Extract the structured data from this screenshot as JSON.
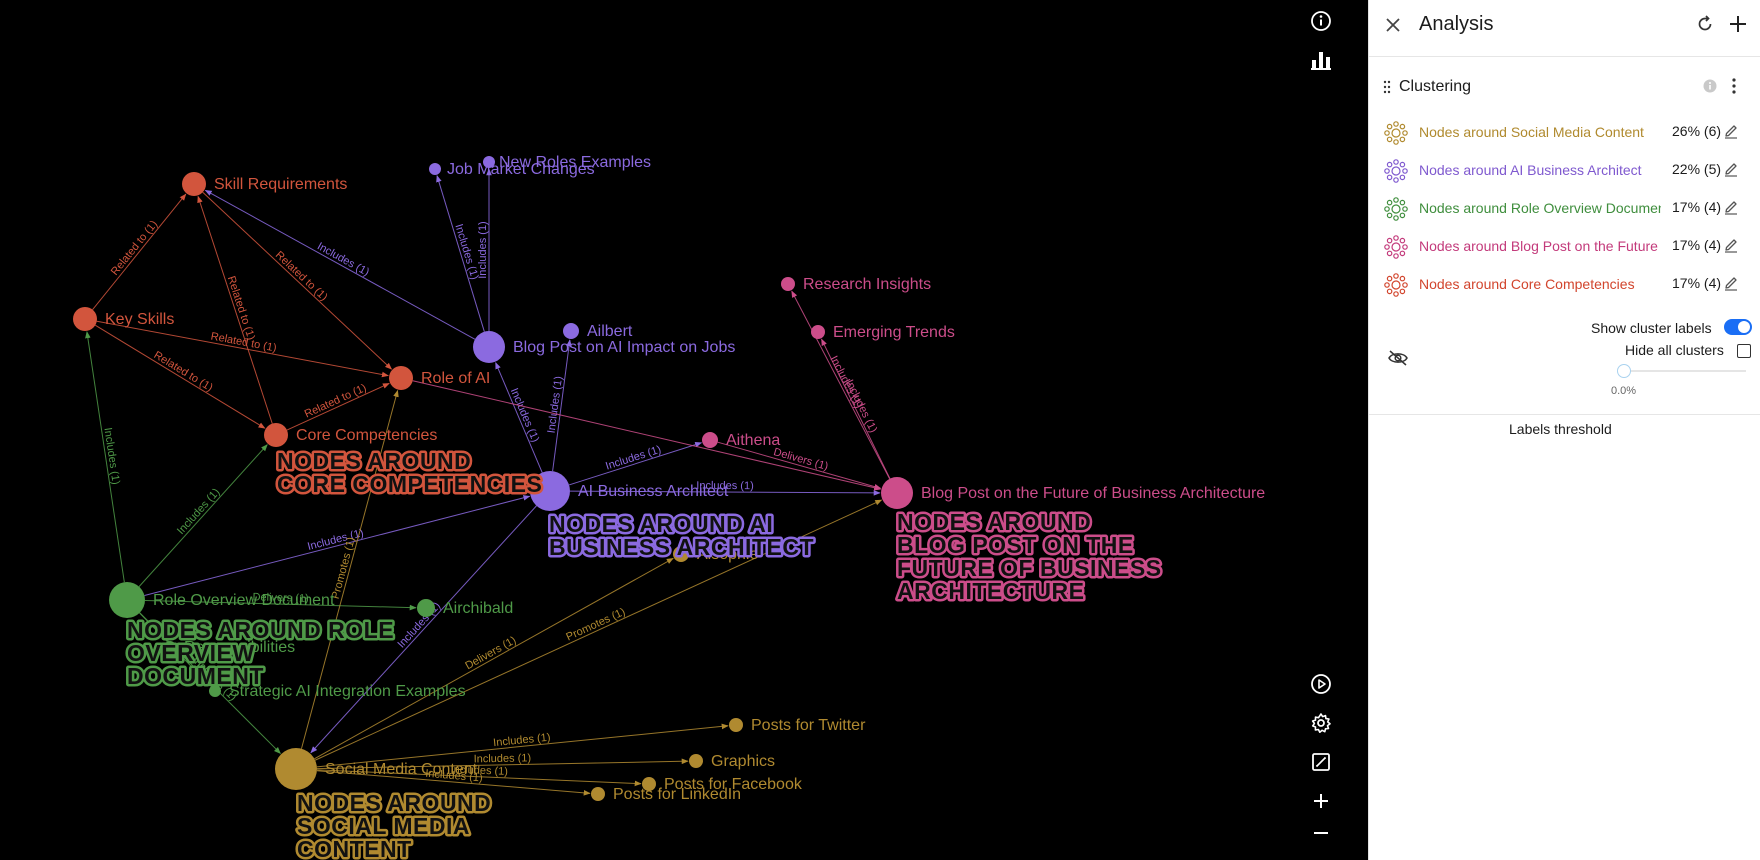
{
  "panel": {
    "title": "Analysis",
    "section_title": "Clustering",
    "clusters": [
      {
        "name": "Nodes around Social Media Content",
        "stat": "26% (6)",
        "color": "#b08a2e"
      },
      {
        "name": "Nodes around AI Business Architect",
        "stat": "22% (5)",
        "color": "#7f59cf"
      },
      {
        "name": "Nodes around Role Overview Document",
        "stat": "17% (4)",
        "color": "#3f8e3d"
      },
      {
        "name": "Nodes around Blog Post on the Future of Business Architecture",
        "stat": "17% (4)",
        "color": "#c33a7b"
      },
      {
        "name": "Nodes around Core Competencies",
        "stat": "17% (4)",
        "color": "#d2452d"
      }
    ],
    "show_cluster_labels": "Show cluster labels",
    "hide_all_clusters": "Hide all clusters",
    "labels_threshold": "Labels threshold",
    "threshold_value": "0.0%"
  },
  "toolbar": {
    "top_icons": [
      "info-icon",
      "bar-chart-icon"
    ],
    "bottom_icons": [
      "play-icon",
      "gear-icon",
      "fit-screen-icon",
      "zoom-in-icon",
      "zoom-out-icon"
    ]
  },
  "graph": {
    "colors": {
      "core": "#d2553d",
      "architect": "#8b6ae0",
      "role": "#4f9a48",
      "blog": "#cc4d8a",
      "social": "#b08a30"
    },
    "nodes": [
      {
        "id": "skill",
        "label": "Skill Requirements",
        "cluster": "core"
      },
      {
        "id": "keyskills",
        "label": "Key Skills",
        "cluster": "core"
      },
      {
        "id": "roleai",
        "label": "Role of AI",
        "cluster": "core"
      },
      {
        "id": "corecomp",
        "label": "Core Competencies",
        "cluster": "core"
      },
      {
        "id": "jobmarket",
        "label": "Job Market Changes",
        "cluster": "architect"
      },
      {
        "id": "newroles",
        "label": "New Roles Examples",
        "cluster": "architect"
      },
      {
        "id": "blogjobs",
        "label": "Blog Post on AI Impact on Jobs",
        "cluster": "architect"
      },
      {
        "id": "ailbert",
        "label": "Ailbert",
        "cluster": "architect"
      },
      {
        "id": "aiba",
        "label": "AI Business Architect",
        "cluster": "architect"
      },
      {
        "id": "research",
        "label": "Research Insights",
        "cluster": "blog"
      },
      {
        "id": "emerging",
        "label": "Emerging Trends",
        "cluster": "blog"
      },
      {
        "id": "aithena",
        "label": "Aithena",
        "cluster": "blog"
      },
      {
        "id": "blogfuture",
        "label": "Blog Post on the Future of Business Architecture",
        "cluster": "blog"
      },
      {
        "id": "aisophie",
        "label": "Aisophie",
        "cluster": "social"
      },
      {
        "id": "roleoverview",
        "label": "Role Overview Document",
        "cluster": "role"
      },
      {
        "id": "airchibald",
        "label": "Airchibald",
        "cluster": "role"
      },
      {
        "id": "responsibilities",
        "label": "Responsibilities",
        "cluster": "role"
      },
      {
        "id": "strategic",
        "label": "Strategic AI Integration Examples",
        "cluster": "role"
      },
      {
        "id": "social",
        "label": "Social Media Content",
        "cluster": "social"
      },
      {
        "id": "twitter",
        "label": "Posts for Twitter",
        "cluster": "social"
      },
      {
        "id": "graphics",
        "label": "Graphics",
        "cluster": "social"
      },
      {
        "id": "facebook",
        "label": "Posts for Facebook",
        "cluster": "social"
      },
      {
        "id": "linkedin",
        "label": "Posts for LinkedIn",
        "cluster": "social"
      }
    ],
    "edges": [
      {
        "from": "keyskills",
        "to": "skill",
        "label": "Related to (1)",
        "cluster": "core"
      },
      {
        "from": "corecomp",
        "to": "skill",
        "label": "Related to (1)",
        "cluster": "core"
      },
      {
        "from": "skill",
        "to": "roleai",
        "label": "Related to (1)",
        "cluster": "core"
      },
      {
        "from": "keyskills",
        "to": "roleai",
        "label": "Related to (1)",
        "cluster": "core"
      },
      {
        "from": "keyskills",
        "to": "corecomp",
        "label": "Related to (1)",
        "cluster": "core"
      },
      {
        "from": "corecomp",
        "to": "roleai",
        "label": "Related to (1)",
        "cluster": "core"
      },
      {
        "from": "blogjobs",
        "to": "skill",
        "label": "Includes (1)",
        "cluster": "architect"
      },
      {
        "from": "blogjobs",
        "to": "jobmarket",
        "label": "Includes (1)",
        "cluster": "architect"
      },
      {
        "from": "blogjobs",
        "to": "newroles",
        "label": "Includes (1)",
        "cluster": "architect"
      },
      {
        "from": "aiba",
        "to": "blogjobs",
        "label": "Includes (1)",
        "cluster": "architect"
      },
      {
        "from": "aiba",
        "to": "ailbert",
        "label": "Includes (1)",
        "cluster": "architect"
      },
      {
        "from": "aiba",
        "to": "aithena",
        "label": "Includes (1)",
        "cluster": "architect"
      },
      {
        "from": "aiba",
        "to": "blogfuture",
        "label": "Includes (1)",
        "cluster": "architect"
      },
      {
        "from": "roleoverview",
        "to": "aiba",
        "label": "Includes (1)",
        "cluster": "architect"
      },
      {
        "from": "aiba",
        "to": "social",
        "label": "Includes (1)",
        "cluster": "architect"
      },
      {
        "from": "blogfuture",
        "to": "research",
        "label": "Includes (1)",
        "cluster": "blog"
      },
      {
        "from": "blogfuture",
        "to": "emerging",
        "label": "Includes (1)",
        "cluster": "blog"
      },
      {
        "from": "aithena",
        "to": "blogfuture",
        "label": "Delivers (1)",
        "cluster": "blog"
      },
      {
        "from": "roleai",
        "to": "blogfuture",
        "label": "",
        "cluster": "blog"
      },
      {
        "from": "roleoverview",
        "to": "keyskills",
        "label": "Includes (1)",
        "cluster": "role"
      },
      {
        "from": "roleoverview",
        "to": "corecomp",
        "label": "Includes (1)",
        "cluster": "role"
      },
      {
        "from": "roleoverview",
        "to": "airchibald",
        "label": "Delivers (1)",
        "cluster": "role"
      },
      {
        "from": "roleoverview",
        "to": "strategic",
        "label": "",
        "cluster": "role"
      },
      {
        "from": "social",
        "to": "roleai",
        "label": "Promotes (1)",
        "cluster": "social"
      },
      {
        "from": "social",
        "to": "blogfuture",
        "label": "Promotes (1)",
        "cluster": "social"
      },
      {
        "from": "social",
        "to": "aisophie",
        "label": "Delivers (1)",
        "cluster": "social"
      },
      {
        "from": "social",
        "to": "twitter",
        "label": "Includes (1)",
        "cluster": "social"
      },
      {
        "from": "social",
        "to": "graphics",
        "label": "Includes (1)",
        "cluster": "social"
      },
      {
        "from": "social",
        "to": "facebook",
        "label": "Includes (1)",
        "cluster": "social"
      },
      {
        "from": "social",
        "to": "linkedin",
        "label": "Includes (1)",
        "cluster": "social"
      },
      {
        "from": "roleoverview",
        "to": "social",
        "label": "Includes (1)",
        "cluster": "role"
      }
    ],
    "cluster_labels": [
      {
        "cluster": "core",
        "lines": [
          "NODES AROUND",
          "CORE COMPETENCIES"
        ]
      },
      {
        "cluster": "architect",
        "lines": [
          "NODES AROUND AI",
          "BUSINESS ARCHITECT"
        ]
      },
      {
        "cluster": "blog",
        "lines": [
          "NODES AROUND",
          "BLOG POST ON THE",
          "FUTURE OF BUSINESS",
          "ARCHITECTURE"
        ]
      },
      {
        "cluster": "role",
        "lines": [
          "NODES AROUND ROLE",
          "OVERVIEW",
          "DOCUMENT"
        ]
      },
      {
        "cluster": "social",
        "lines": [
          "NODES AROUND",
          "SOCIAL MEDIA",
          "CONTENT"
        ]
      }
    ]
  }
}
